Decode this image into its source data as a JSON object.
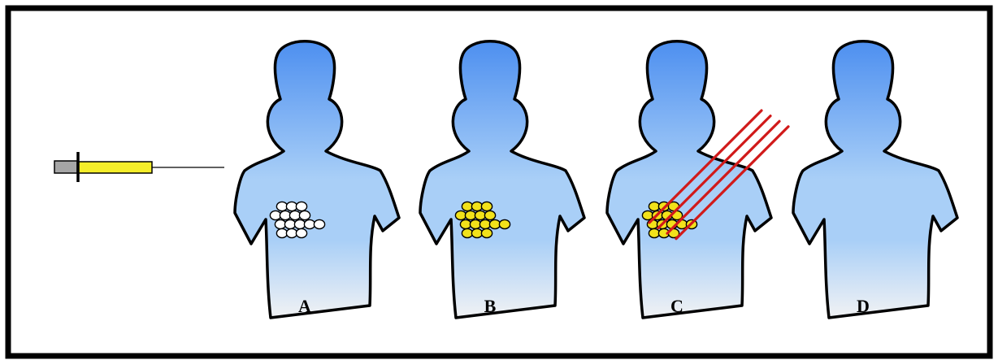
{
  "figure": {
    "colors": {
      "frame": "#000000",
      "body_top": "#4d8ff0",
      "body_mid": "#a9cff7",
      "body_bottom": "#f1f2f4",
      "cell_unlabeled": "#ffffff",
      "cell_labeled": "#f2e21a",
      "beam": "#d11a1a",
      "syringe_barrel": "#f5ee2a",
      "syringe_plunger": "#a6a6a6"
    },
    "icons": {
      "injector": "syringe-icon",
      "patient": "torso-icon",
      "tumor": "cell-cluster-icon",
      "radiation": "radiation-beam-icon"
    },
    "panels": [
      {
        "label": "A",
        "tumor": "unlabeled",
        "beam": false
      },
      {
        "label": "B",
        "tumor": "labeled",
        "beam": false
      },
      {
        "label": "C",
        "tumor": "labeled",
        "beam": true
      },
      {
        "label": "D",
        "tumor": "none",
        "beam": false
      }
    ]
  }
}
